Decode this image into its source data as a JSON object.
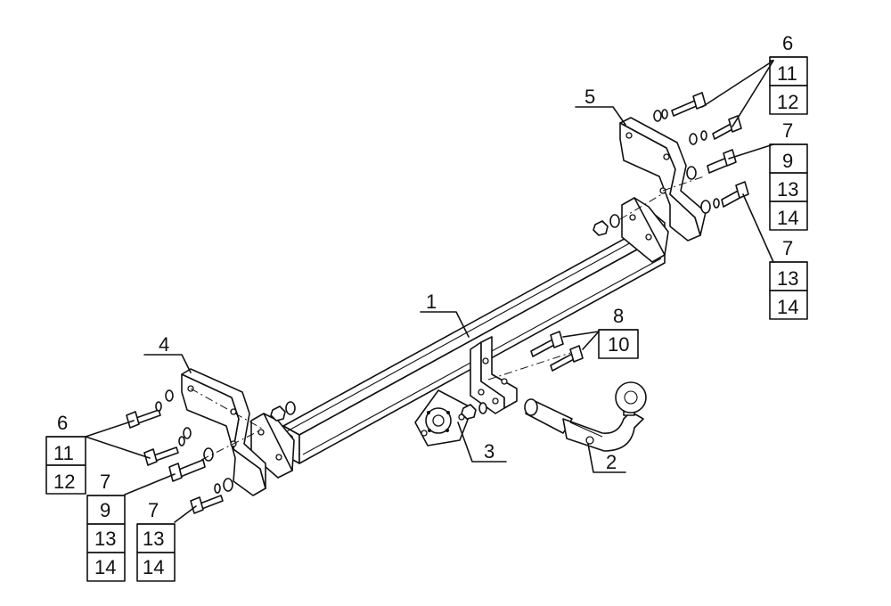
{
  "callouts": {
    "c1": "1",
    "c2": "2",
    "c3": "3",
    "c4": "4",
    "c5": "5",
    "tr": [
      "6",
      "11",
      "12"
    ],
    "mr": [
      "7",
      "9",
      "13",
      "14"
    ],
    "br": [
      "7",
      "13",
      "14"
    ],
    "mid": [
      "8",
      "10"
    ],
    "ll": [
      "6",
      "11",
      "12"
    ],
    "lm": [
      "7",
      "9",
      "13",
      "14"
    ],
    "lb": [
      "7",
      "13",
      "14"
    ]
  }
}
